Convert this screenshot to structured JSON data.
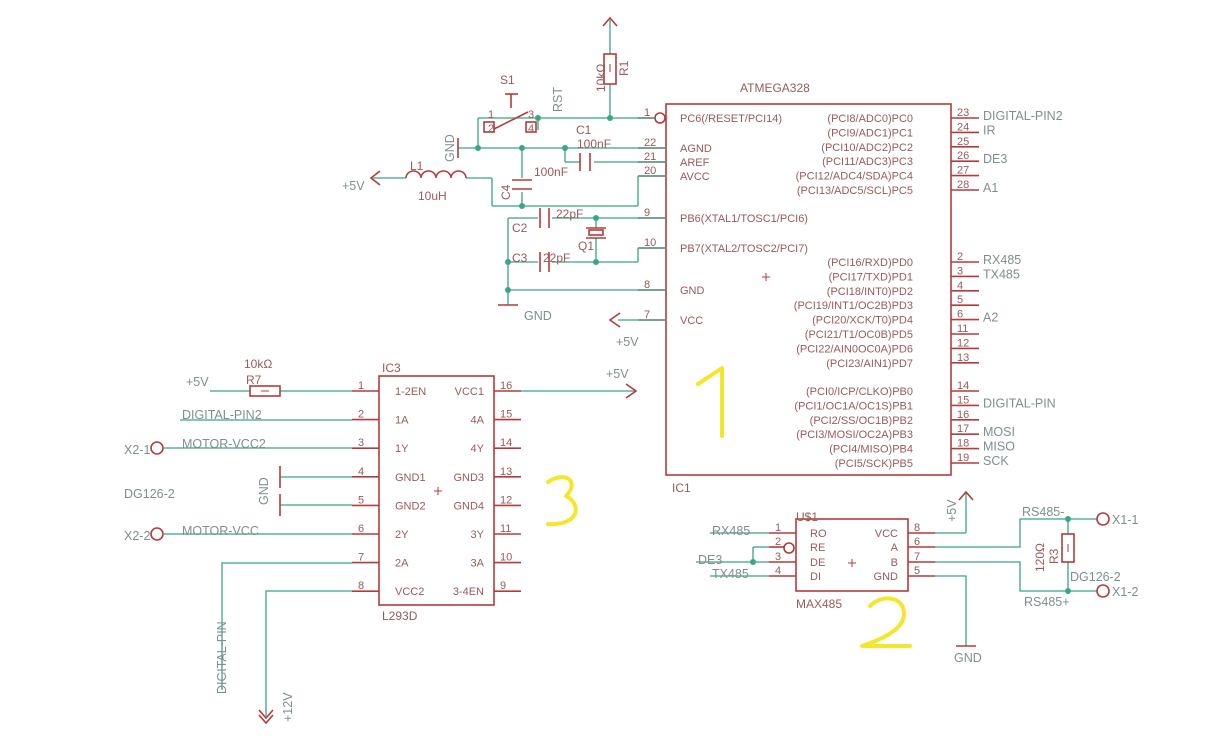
{
  "ic1": {
    "value": "ATMEGA328",
    "name": "IC1",
    "pins_left": [
      {
        "num": "1",
        "label": "PC6(/RESET/PCI14)"
      },
      {
        "num": "22",
        "label": "AGND"
      },
      {
        "num": "21",
        "label": "AREF"
      },
      {
        "num": "20",
        "label": "AVCC"
      },
      {
        "num": "9",
        "label": "PB6(XTAL1/TOSC1/PCI6)"
      },
      {
        "num": "10",
        "label": "PB7(XTAL2/TOSC2/PCI7)"
      },
      {
        "num": "8",
        "label": "GND"
      },
      {
        "num": "7",
        "label": "VCC"
      }
    ],
    "pins_right": [
      {
        "num": "23",
        "label": "(PCI8/ADC0)PC0",
        "net": "DIGITAL-PIN2"
      },
      {
        "num": "24",
        "label": "(PCI9/ADC1)PC1",
        "net": "IR"
      },
      {
        "num": "25",
        "label": "(PCI10/ADC2)PC2",
        "net": ""
      },
      {
        "num": "26",
        "label": "(PCI11/ADC3)PC3",
        "net": "DE3"
      },
      {
        "num": "27",
        "label": "(PCI12/ADC4/SDA)PC4",
        "net": ""
      },
      {
        "num": "28",
        "label": "(PCI13/ADC5/SCL)PC5",
        "net": "A1"
      },
      {
        "num": "2",
        "label": "(PCI16/RXD)PD0",
        "net": "RX485"
      },
      {
        "num": "3",
        "label": "(PCI17/TXD)PD1",
        "net": "TX485"
      },
      {
        "num": "4",
        "label": "(PCI18/INT0)PD2",
        "net": ""
      },
      {
        "num": "5",
        "label": "(PCI19/INT1/OC2B)PD3",
        "net": ""
      },
      {
        "num": "6",
        "label": "(PCI20/XCK/T0)PD4",
        "net": "A2"
      },
      {
        "num": "11",
        "label": "(PCI21/T1/OC0B)PD5",
        "net": ""
      },
      {
        "num": "12",
        "label": "(PCI22/AIN0OC0A)PD6",
        "net": ""
      },
      {
        "num": "13",
        "label": "(PCI23/AIN1)PD7",
        "net": ""
      },
      {
        "num": "14",
        "label": "(PCI0/ICP/CLKO)PB0",
        "net": ""
      },
      {
        "num": "15",
        "label": "(PCI1/OC1A/OC1S)PB1",
        "net": "DIGITAL-PIN"
      },
      {
        "num": "16",
        "label": "(PCI2/SS/OC1B)PB2",
        "net": ""
      },
      {
        "num": "17",
        "label": "(PCI3/MOSI/OC2A)PB3",
        "net": "MOSI"
      },
      {
        "num": "18",
        "label": "(PCI4/MISO)PB4",
        "net": "MISO"
      },
      {
        "num": "19",
        "label": "(PCI5/SCK)PB5",
        "net": "SCK"
      }
    ]
  },
  "ic3": {
    "name": "IC3",
    "value": "L293D",
    "pins_left": [
      {
        "num": "1",
        "label": "1-2EN"
      },
      {
        "num": "2",
        "label": "1A"
      },
      {
        "num": "3",
        "label": "1Y"
      },
      {
        "num": "4",
        "label": "GND1"
      },
      {
        "num": "5",
        "label": "GND2"
      },
      {
        "num": "6",
        "label": "2Y"
      },
      {
        "num": "7",
        "label": "2A"
      },
      {
        "num": "8",
        "label": "VCC2"
      }
    ],
    "pins_right": [
      {
        "num": "16",
        "label": "VCC1"
      },
      {
        "num": "15",
        "label": "4A"
      },
      {
        "num": "14",
        "label": "4Y"
      },
      {
        "num": "13",
        "label": "GND3"
      },
      {
        "num": "12",
        "label": "GND4"
      },
      {
        "num": "11",
        "label": "3Y"
      },
      {
        "num": "10",
        "label": "3A"
      },
      {
        "num": "9",
        "label": "3-4EN"
      }
    ]
  },
  "u1": {
    "name": "U$1",
    "value": "MAX485",
    "pins_left": [
      {
        "num": "1",
        "label": "RO"
      },
      {
        "num": "2",
        "label": "RE"
      },
      {
        "num": "3",
        "label": "DE"
      },
      {
        "num": "4",
        "label": "DI"
      }
    ],
    "pins_right": [
      {
        "num": "8",
        "label": "VCC"
      },
      {
        "num": "6",
        "label": "A"
      },
      {
        "num": "7",
        "label": "B"
      },
      {
        "num": "5",
        "label": "GND"
      }
    ]
  },
  "parts": {
    "s1": "S1",
    "s1_pins": [
      "1",
      "2",
      "3",
      "4"
    ],
    "r1": "R1",
    "r1_val": "10kΩ",
    "rst": "RST",
    "c1": "C1",
    "c1_val": "100nF",
    "c4": "C4",
    "c4_val": "100nF",
    "l1": "L1",
    "l1_val": "10uH",
    "c2": "C2",
    "c2_val": "22pF",
    "c3": "C3",
    "c3_val": "22pF",
    "q1": "Q1",
    "r7": "R7",
    "r7_val": "10kΩ",
    "r3": "R3",
    "r3_val": "120Ω",
    "dg_a": "DG126-2",
    "dg_b": "DG126-2"
  },
  "nets": {
    "gnd": "GND",
    "p5v": "+5V",
    "p12v": "+12V",
    "digital_pin2": "DIGITAL-PIN2",
    "motor_vcc2": "MOTOR-VCC2",
    "motor_vcc": "MOTOR-VCC",
    "digital_pin": "DIGITAL-PIN",
    "rx485": "RX485",
    "de3": "DE3",
    "tx485": "TX485",
    "rs485_m": "RS485-",
    "rs485_p": "RS485+",
    "x2_1": "X2-1",
    "x2_2": "X2-2",
    "x1_1": "X1-1",
    "x1_2": "X1-2"
  },
  "colors": {
    "wire": "#3aa58a",
    "part": "#b33b3b",
    "text": "#9a5a5a",
    "net": "#7f8f8f",
    "handwriting": "#f4e62a"
  },
  "annotations": [
    "1",
    "2",
    "3"
  ]
}
